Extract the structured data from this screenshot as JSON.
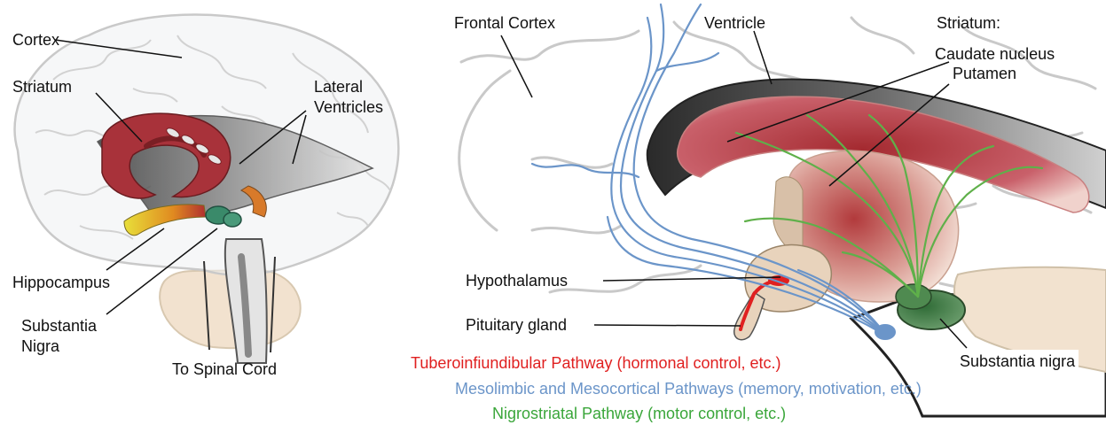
{
  "left_panel": {
    "labels": {
      "cortex": "Cortex",
      "striatum": "Striatum",
      "lateral_ventricles_1": "Lateral",
      "lateral_ventricles_2": "Ventricles",
      "hippocampus": "Hippocampus",
      "substantia_nigra_1": "Substantia",
      "substantia_nigra_2": "Nigra",
      "spinal_cord": "To Spinal Cord"
    }
  },
  "right_panel": {
    "labels": {
      "frontal_cortex": "Frontal Cortex",
      "ventricle": "Ventricle",
      "striatum": "Striatum:",
      "caudate_nucleus": "Caudate nucleus",
      "putamen": "Putamen",
      "hypothalamus": "Hypothalamus",
      "pituitary_gland": "Pituitary gland",
      "substantia_nigra": "Substantia nigra"
    }
  },
  "legend": {
    "tuberoinfundibular": "Tuberoinfiundibular Pathway (hormonal control, etc.)",
    "mesolimbic": "Mesolimbic and Mesocortical Pathways (memory, motivation, etc.)",
    "nigrostriatal": "Nigrostriatal Pathway (motor control, etc.)"
  },
  "colors": {
    "tuberoinfundibular": "#e02020",
    "mesolimbic": "#6b95c9",
    "nigrostriatal": "#3aa63a",
    "striatum_red": "#a8323a",
    "nigra_green": "#3f7a45",
    "ventricle_dark": "#3a3a3a",
    "cortex_outline": "#c9c9c9"
  }
}
